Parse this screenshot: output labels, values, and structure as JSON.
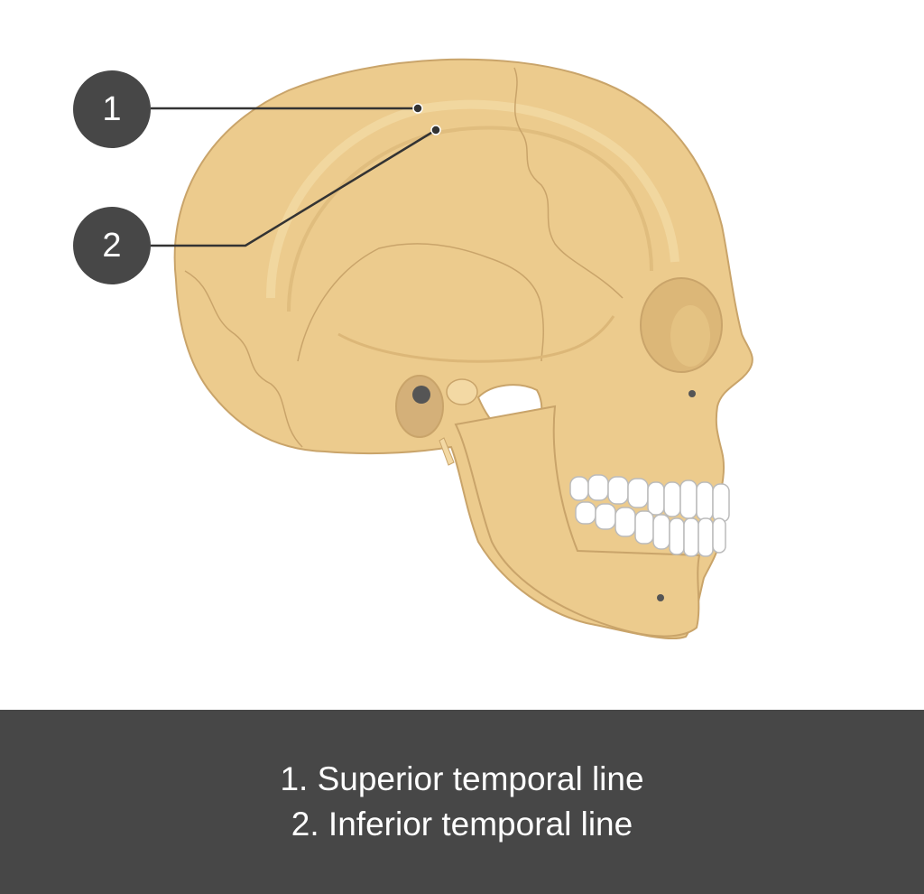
{
  "markers": [
    {
      "number": "1"
    },
    {
      "number": "2"
    }
  ],
  "legend": {
    "items": [
      "1. Superior temporal line",
      "2. Inferior temporal line"
    ]
  },
  "colors": {
    "bone": "#eccb8d",
    "bone_shadow": "#dcb778",
    "bone_outline": "#c9a46a",
    "teeth": "#ffffff",
    "marker_fill": "#474747",
    "legend_background": "#474747",
    "leader_line": "#333333"
  }
}
